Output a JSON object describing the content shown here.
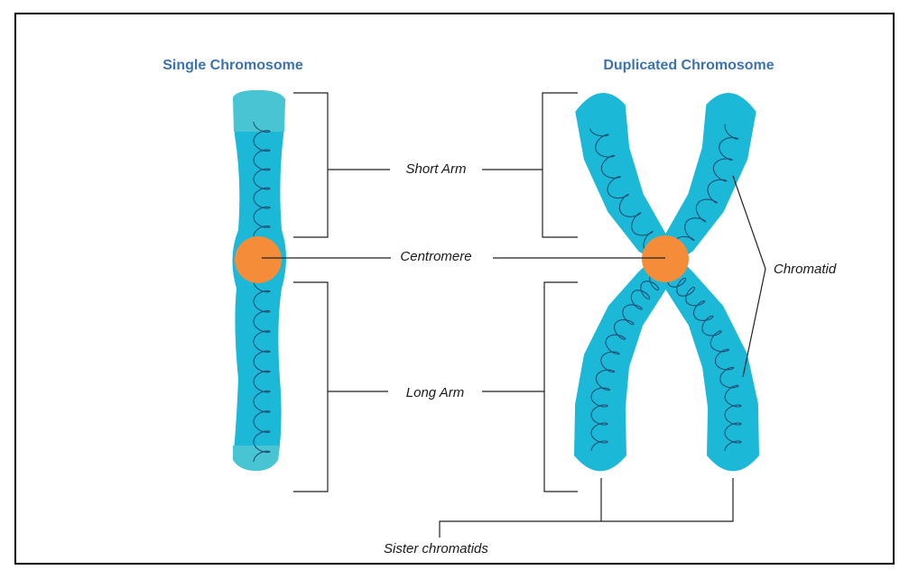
{
  "titles": {
    "single": "Single Chromosome",
    "duplicated": "Duplicated Chromosome"
  },
  "labels": {
    "short_arm": "Short Arm",
    "centromere": "Centromere",
    "long_arm": "Long Arm",
    "chromatid": "Chromatid",
    "sister_chromatids": "Sister chromatids"
  },
  "colors": {
    "chromosome_body": "#1cb8d8",
    "chromosome_tip": "#48c4d2",
    "centromere": "#f48c3a",
    "coil": "#1f4f73",
    "title_text": "#3b73b2",
    "line": "#222222",
    "frame": "#000000"
  }
}
